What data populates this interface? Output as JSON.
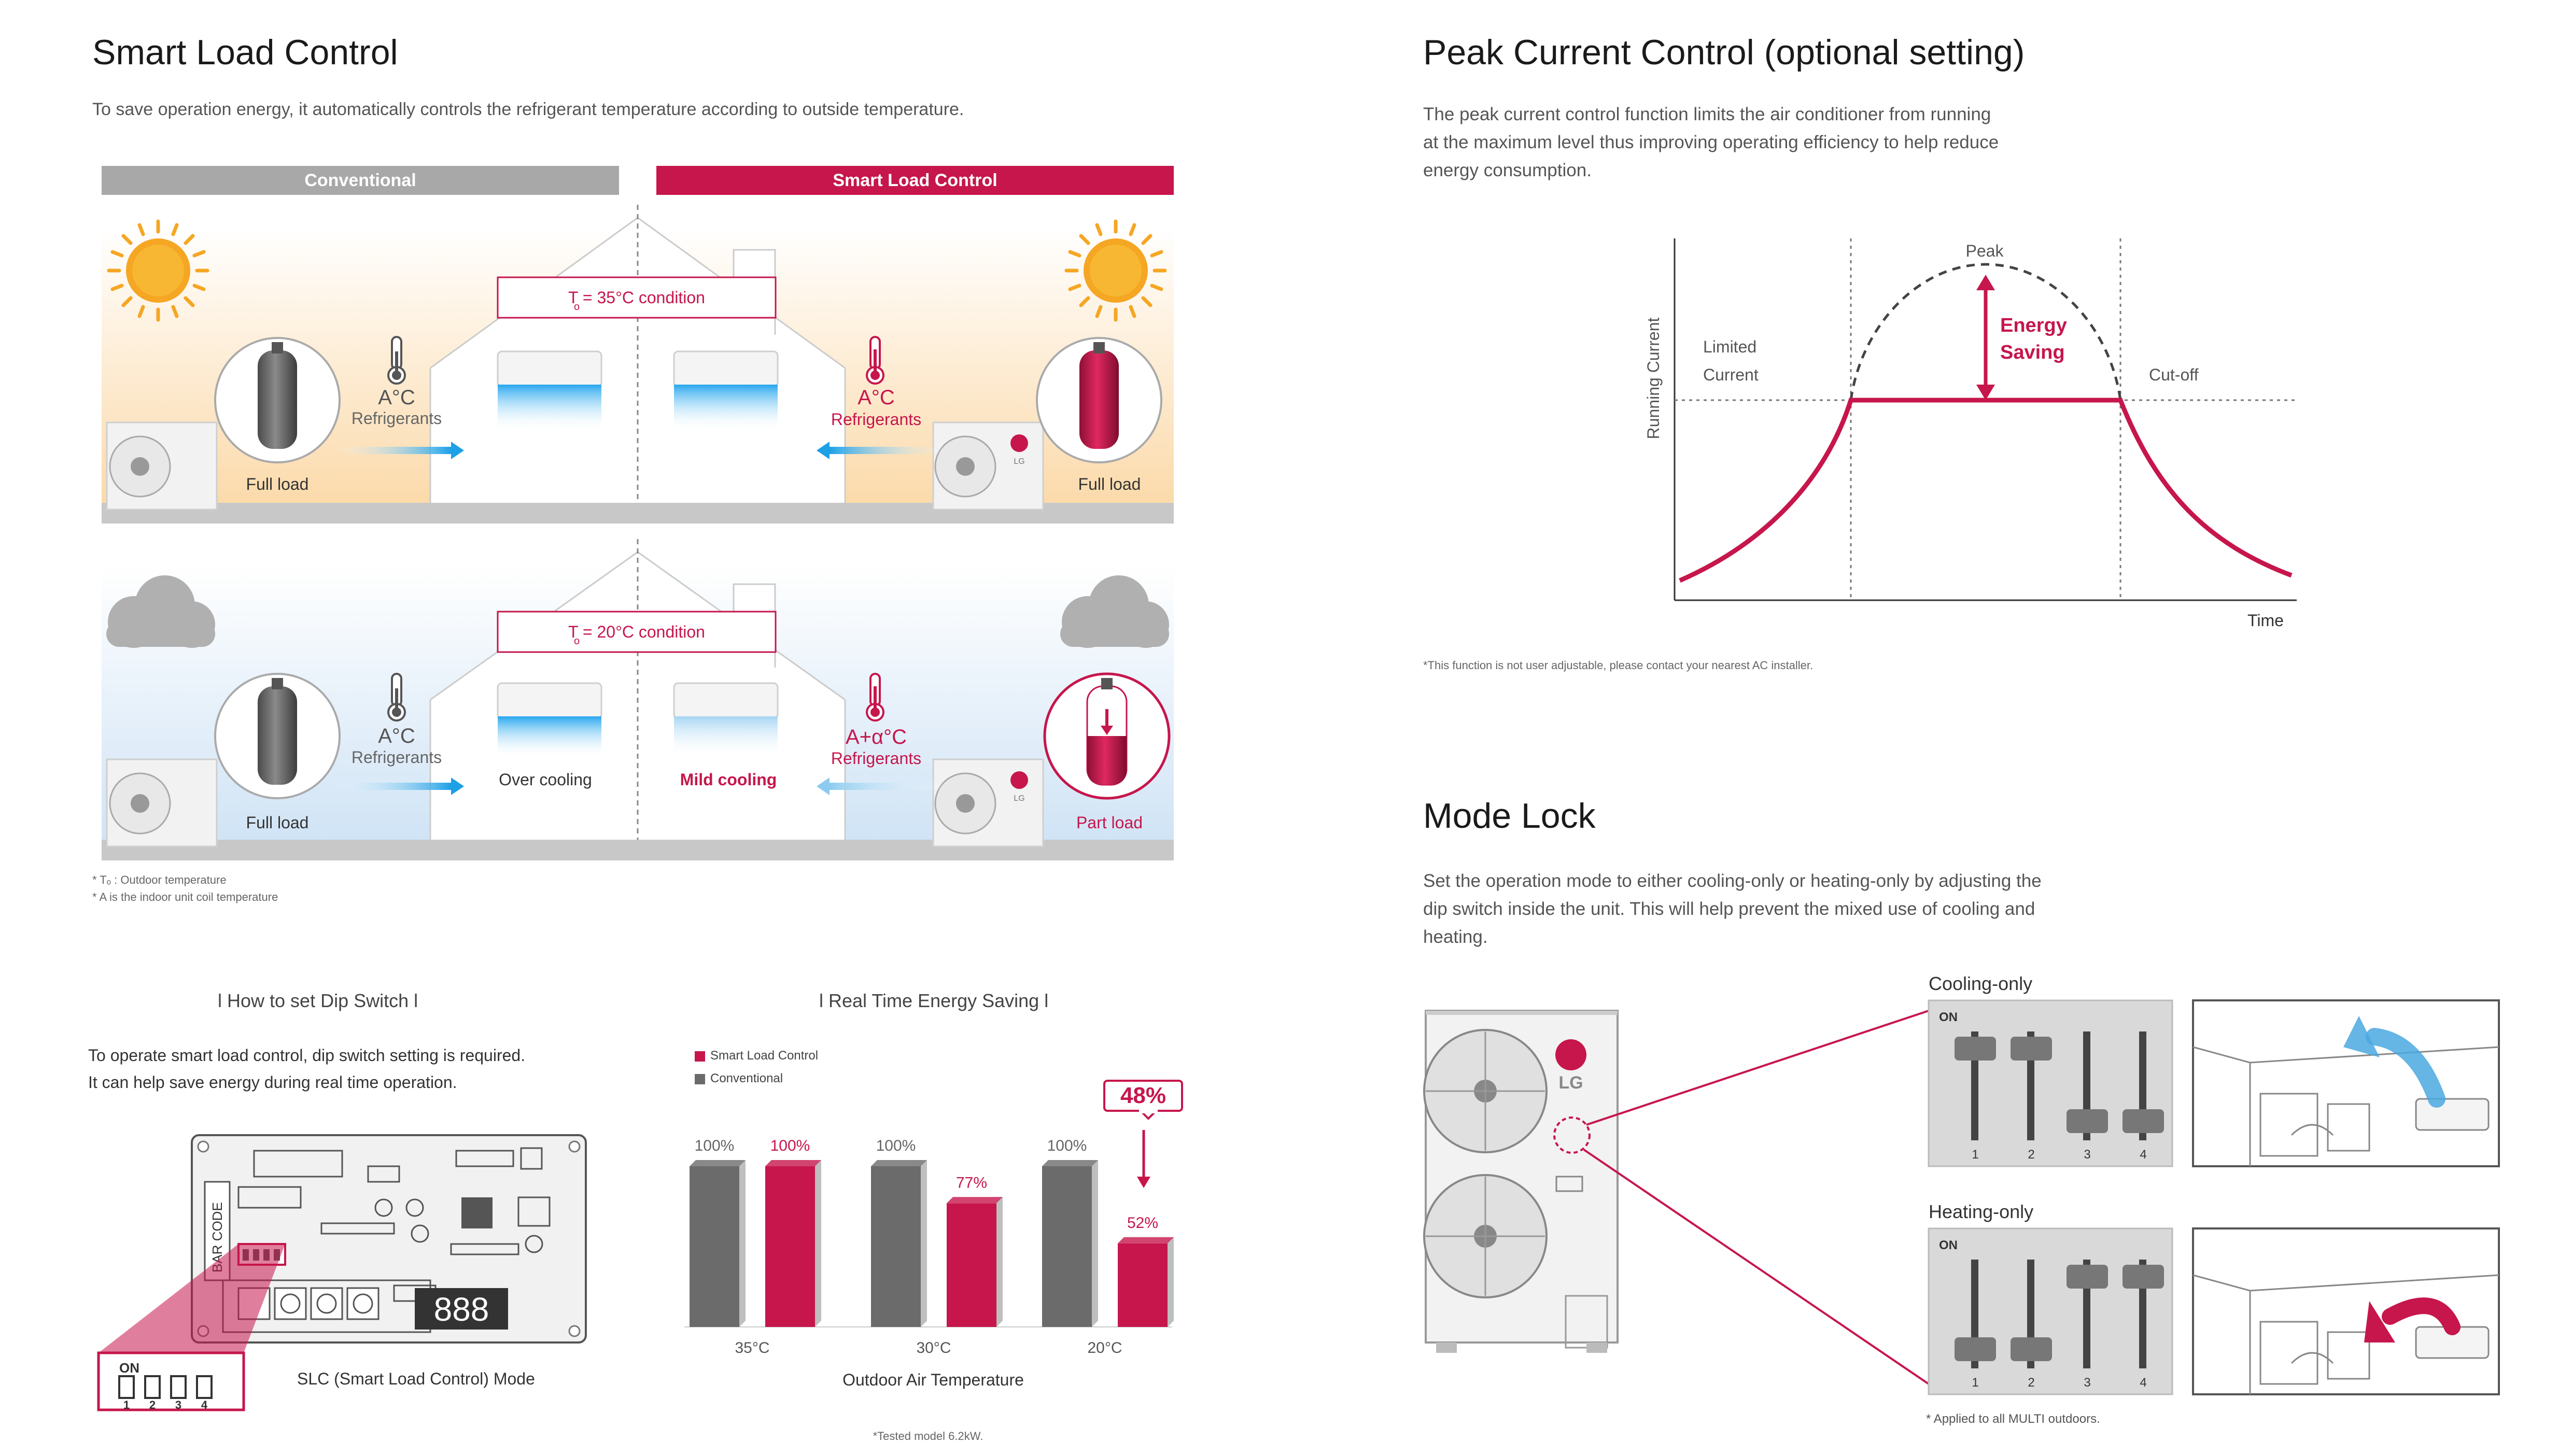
{
  "colors": {
    "accent": "#c6164c",
    "conventional": "#6b6b6b",
    "bar_gray": "#b4b4b4",
    "blue": "#1ea0e6"
  },
  "slc": {
    "title": "Smart Load Control",
    "desc": "To save operation energy, it automatically controls the refrigerant temperature according to outside temperature.",
    "tab_conventional": "Conventional",
    "tab_slc": "Smart Load Control",
    "top": {
      "condition": "T  = 35°C condition",
      "cond_sub": "o",
      "left_temp": "A°C",
      "left_ref": "Refrigerants",
      "right_temp": "A°C",
      "right_ref": "Refrigerants",
      "left_load": "Full load",
      "right_load": "Full load"
    },
    "bottom": {
      "condition": "T  = 20°C condition",
      "cond_sub": "o",
      "left_temp": "A°C",
      "left_ref": "Refrigerants",
      "right_temp": "A+α°C",
      "right_ref": "Refrigerants",
      "left_load": "Full load",
      "right_load": "Part load",
      "left_room": "Over cooling",
      "right_room": "Mild cooling"
    },
    "brand": "LG",
    "notes": [
      "* Tₒ : Outdoor temperature",
      "* A is the indoor unit coil temperature"
    ]
  },
  "dip": {
    "heading": "l How to set Dip Switch l",
    "desc": [
      "To operate smart load control, dip switch setting is required.",
      "It can help save energy during real time operation."
    ],
    "on": "ON",
    "numbers": [
      "1",
      "2",
      "3",
      "4"
    ],
    "barcode": "BAR CODE",
    "display": "888",
    "caption": "SLC (Smart Load Control) Mode"
  },
  "energy": {
    "heading": "l Real Time Energy Saving l",
    "legend_slc": "Smart Load Control",
    "legend_conv": "Conventional",
    "badge": "48%",
    "footnote": "*Tested model 6.2kW.",
    "chart_data": {
      "type": "bar",
      "categories": [
        "35°C",
        "30°C",
        "20°C"
      ],
      "xlabel": "Outdoor Air Temperature",
      "ylabel": "",
      "ylim": [
        0,
        100
      ],
      "series": [
        {
          "name": "Conventional",
          "values": [
            100,
            100,
            100
          ],
          "labels": [
            "100%",
            "100%",
            "100%"
          ]
        },
        {
          "name": "Smart Load Control",
          "values": [
            100,
            77,
            52
          ],
          "labels": [
            "100%",
            "77%",
            "52%"
          ]
        }
      ]
    }
  },
  "peak": {
    "title": "Peak Current Control (optional setting)",
    "desc": [
      "The peak current control function limits the air conditioner from running",
      "at the maximum level thus improving operating efficiency to help reduce",
      "energy consumption."
    ],
    "ylabel": "Running Current",
    "xlabel": "Time",
    "peak": "Peak",
    "limited": "Limited",
    "current": "Current",
    "cutoff": "Cut-off",
    "saving1": "Energy",
    "saving2": "Saving",
    "note": "*This function is not user adjustable, please contact your nearest AC installer."
  },
  "mode": {
    "title": "Mode Lock",
    "desc": [
      "Set the operation mode to either cooling-only or heating-only by adjusting the",
      "dip switch inside the unit. This will help prevent the mixed use of cooling and",
      "heating."
    ],
    "cooling": "Cooling-only",
    "heating": "Heating-only",
    "on": "ON",
    "numbers": [
      "1",
      "2",
      "3",
      "4"
    ],
    "brand": "LG",
    "note": "* Applied to all MULTI outdoors."
  }
}
